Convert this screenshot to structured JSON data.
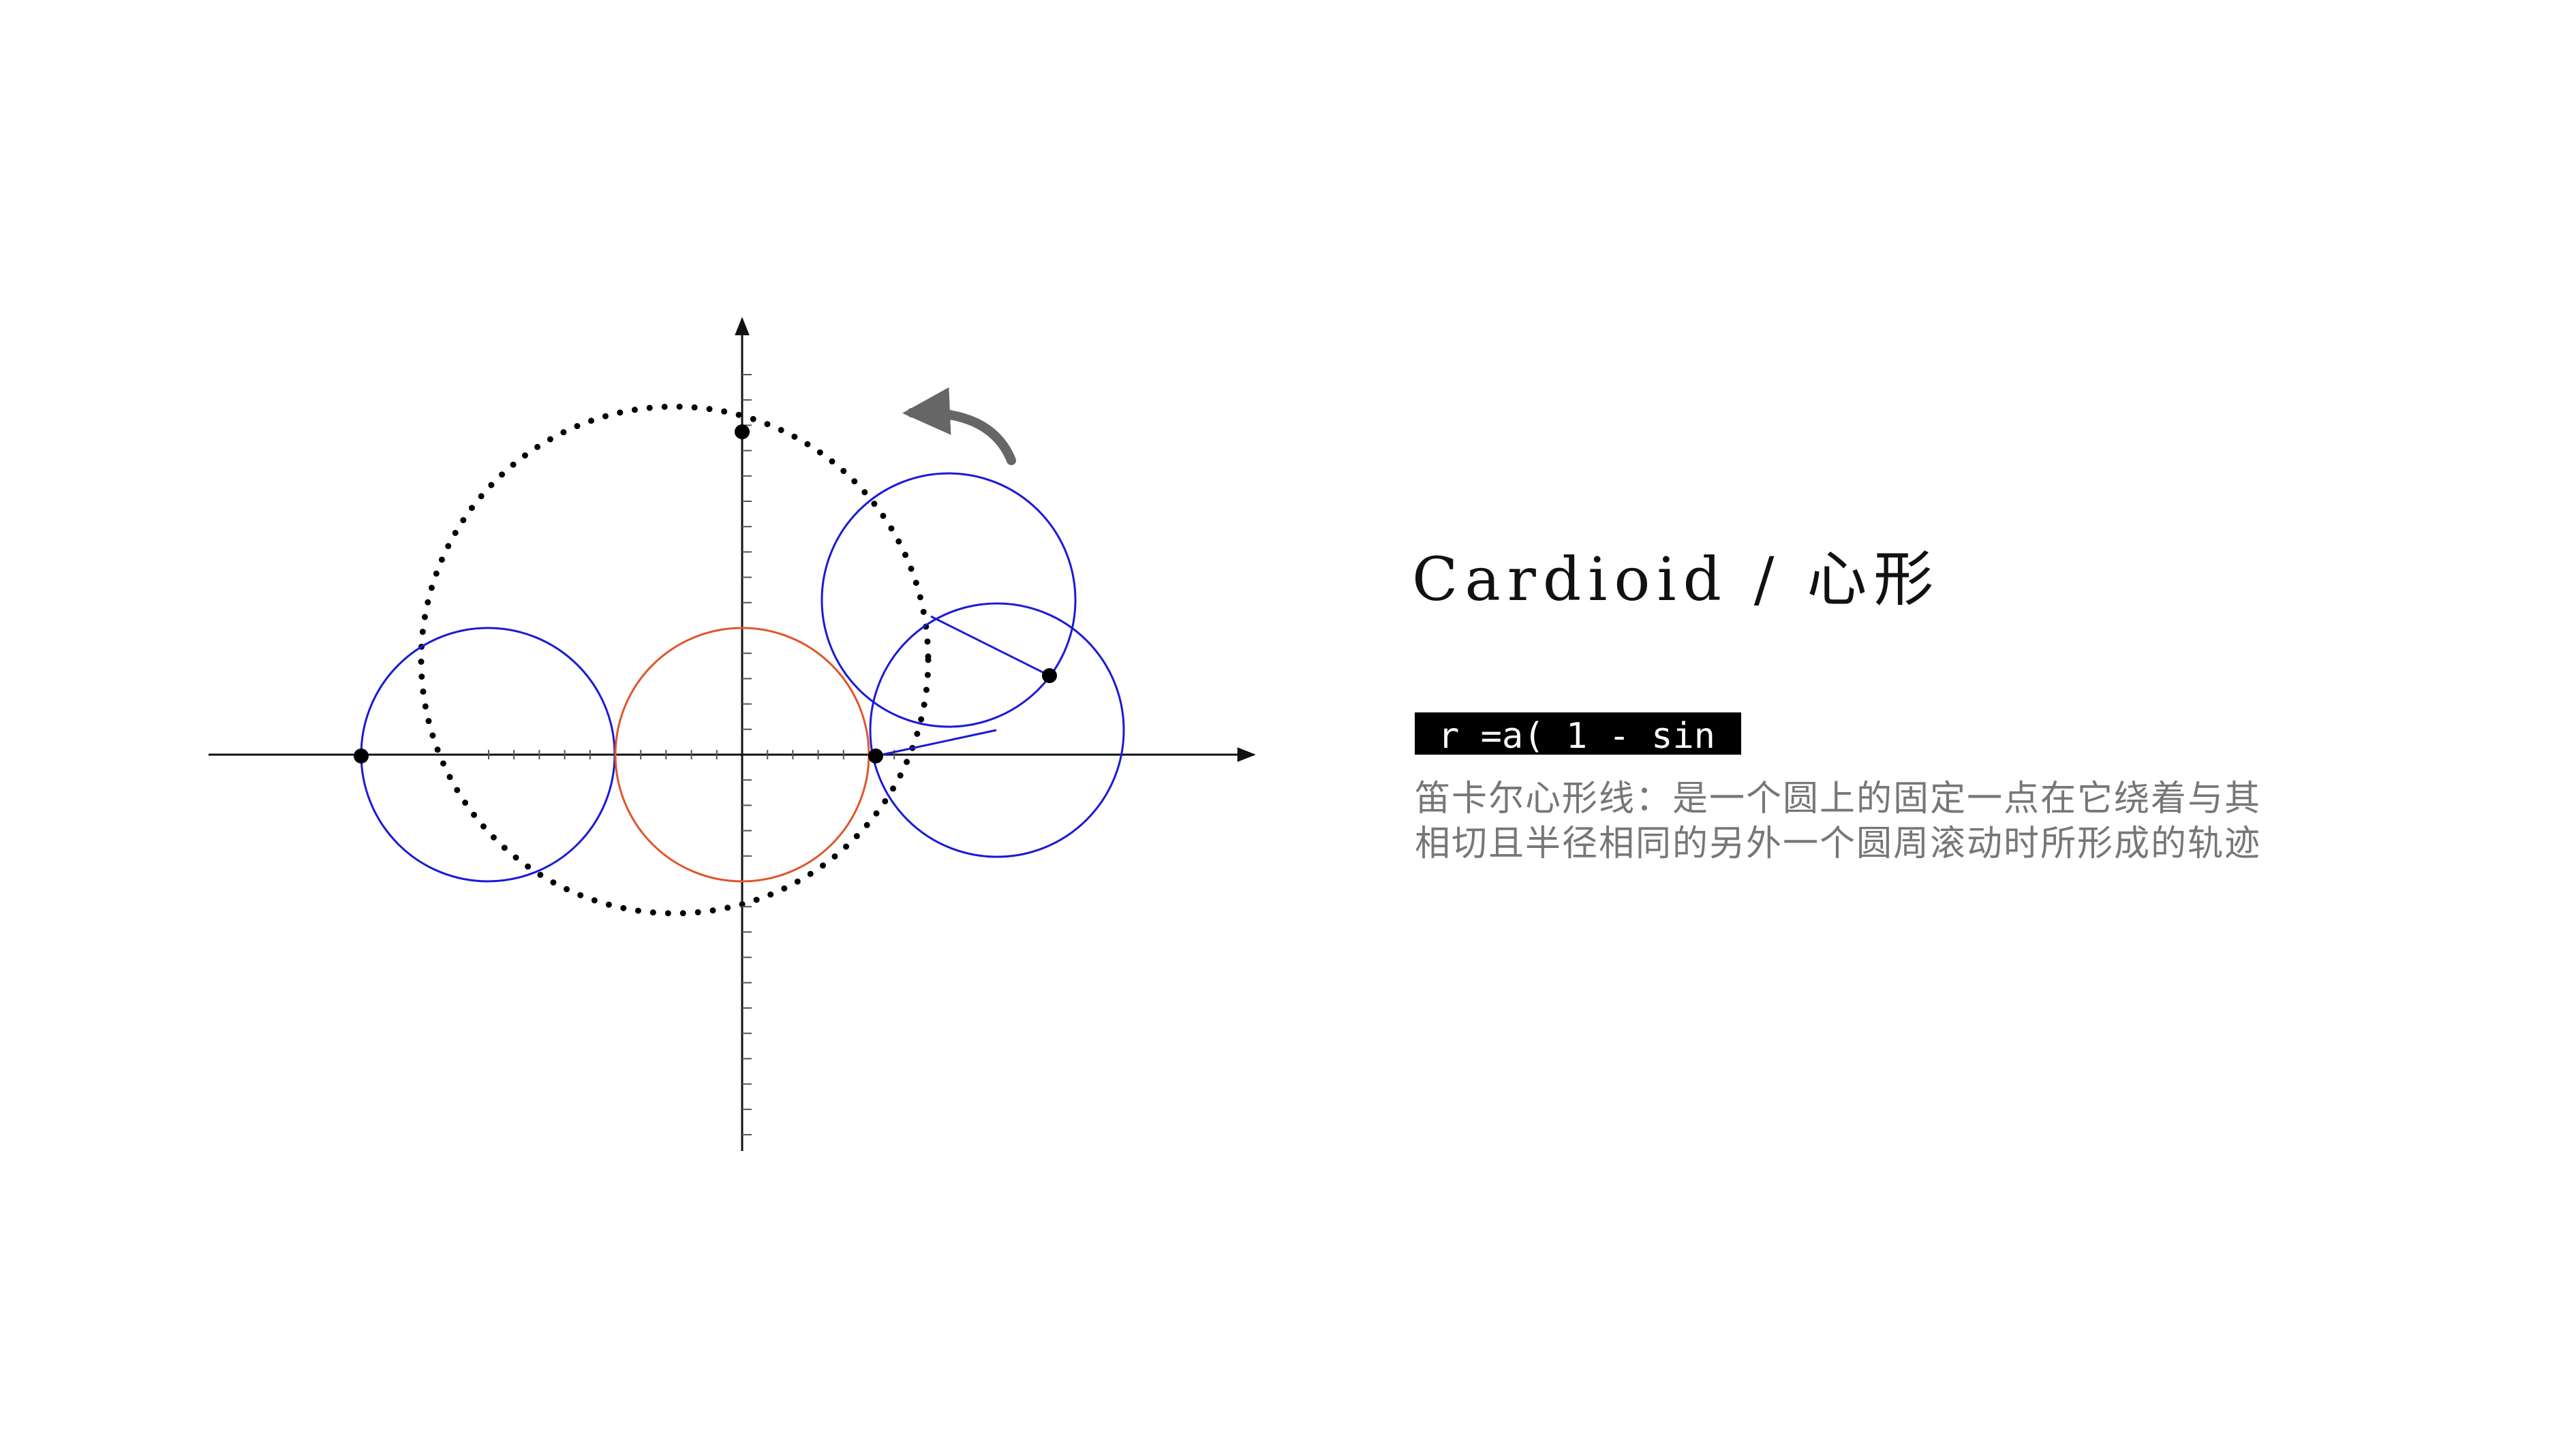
{
  "title": "Cardioid / 心形",
  "formula": "r =a( 1 - sin",
  "description": {
    "line1": "笛卡尔心形线：是一个圆上的固定一点在它绕着与其",
    "line2": "相切且半径相同的另外一个圆周滚动时所形成的轨迹"
  },
  "colors": {
    "rolling_circle": "#1a1ad6",
    "fixed_circle": "#e0562a",
    "axis": "#111111",
    "dots": "#000000",
    "arrow": "#666666"
  },
  "icons": [
    "rotation-arrow-icon"
  ]
}
